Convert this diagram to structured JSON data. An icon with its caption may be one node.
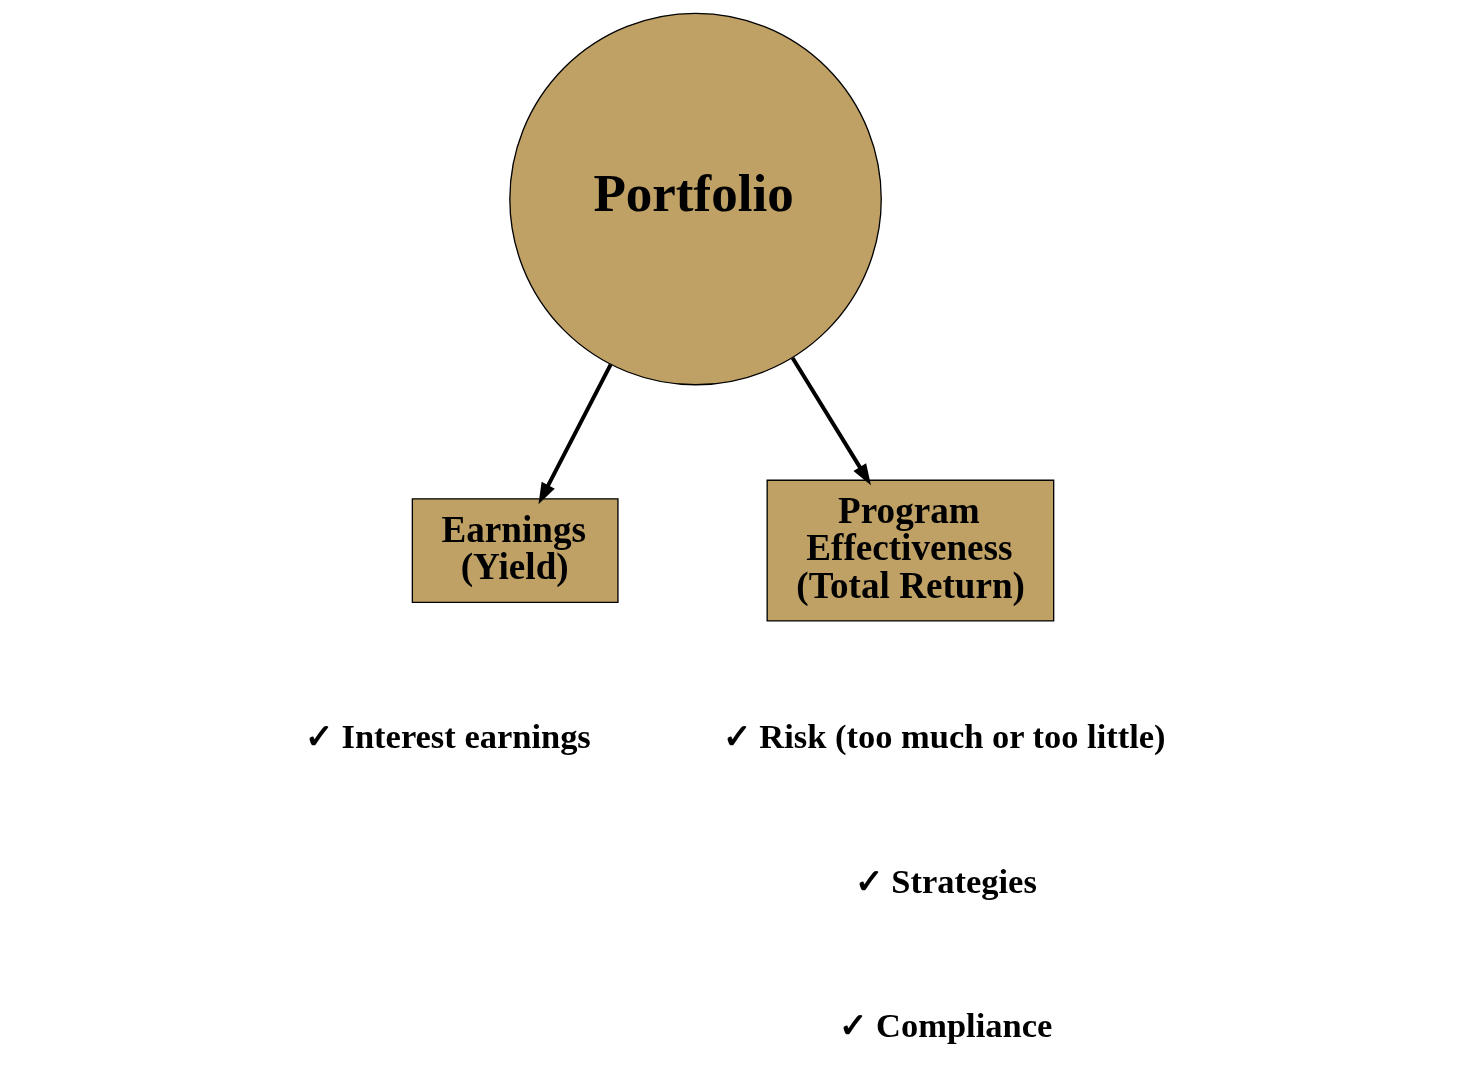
{
  "diagram": {
    "nodes": [
      {
        "text": [
          "Portfolio"
        ]
      },
      {
        "text": [
          "Earnings (Yield)"
        ]
      },
      {
        "text": [
          "Program Effectiveness (Total Return)"
        ]
      }
    ],
    "edges": [
      {
        "from": 0,
        "to": 1,
        "arrow": "to"
      },
      {
        "from": 0,
        "to": 2,
        "arrow": "to"
      }
    ],
    "labels": [
      "✓ Interest earnings",
      "✓ Risk (too much or too little)",
      "✓ Strategies",
      "✓ Compliance"
    ]
  }
}
